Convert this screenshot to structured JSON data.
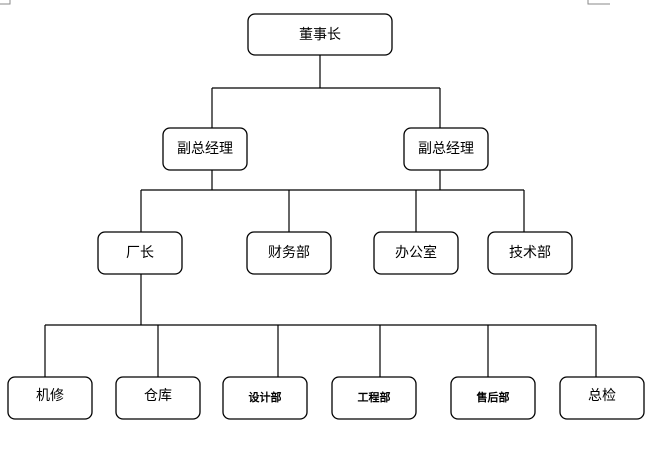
{
  "org_chart": {
    "root": {
      "label": "董事长"
    },
    "vice_managers": [
      {
        "label": "副总经理"
      },
      {
        "label": "副总经理"
      }
    ],
    "departments": [
      {
        "label": "厂长"
      },
      {
        "label": "财务部"
      },
      {
        "label": "办公室"
      },
      {
        "label": "技术部"
      }
    ],
    "factory_units": [
      {
        "label": "机修"
      },
      {
        "label": "仓库"
      },
      {
        "label": "设计部"
      },
      {
        "label": "工程部"
      },
      {
        "label": "售后部"
      },
      {
        "label": "总检"
      }
    ]
  }
}
